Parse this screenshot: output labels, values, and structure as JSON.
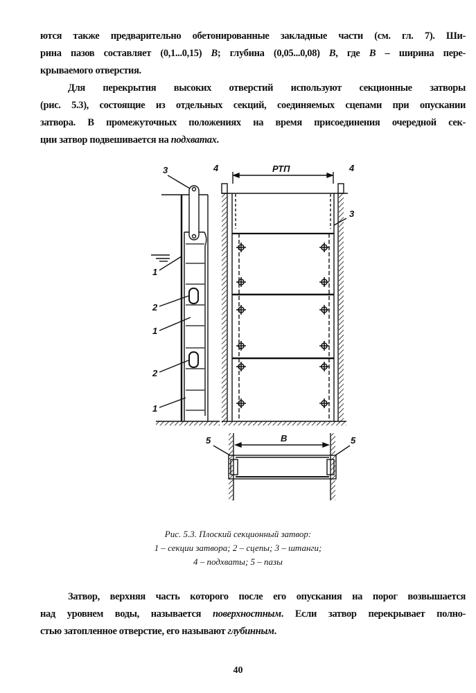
{
  "paragraph1": {
    "lines": [
      "ются также предварительно обетонированные закладные части (см. гл. 7). Ши-",
      "рина пазов составляет (0,1...0,15) ",
      "B",
      "; глубина (0,05...0,08) ",
      "B",
      ", где ",
      "B",
      " – ширина пере-",
      "крываемого отверстия."
    ]
  },
  "paragraph2": {
    "line1": "Для перекрытия высоких отверстий используют секционные затворы",
    "line2": "(рис. 5.3), состоящие из отдельных секций, соединяемых сцепами при опускании",
    "line3": "затвора. В промежуточных положениях на время присоединения очередной сек-",
    "line4_text": "ции затвор подвешивается на ",
    "line4_italic": "подхватах",
    "line4_end": "."
  },
  "figure": {
    "labels": {
      "rod": "3",
      "section_a": "1",
      "coupler_a": "2",
      "section_b": "1",
      "coupler_b": "2",
      "section_c": "1",
      "hook_left": "4",
      "hook_right": "4",
      "rod_right": "3",
      "rtp": "РТП",
      "width": "B",
      "slot_left": "5",
      "slot_right": "5"
    }
  },
  "caption": {
    "line1": "Рис. 5.3. Плоский секционный затвор:",
    "line2": "1 – секции затвора; 2 – сцепы; 3 – штанги;",
    "line3": "4 – подхваты; 5 – пазы"
  },
  "paragraph3": {
    "line1": "Затвор, верхняя часть которого после его опускания на порог возвышается",
    "line2_text": "над уровнем воды, называется ",
    "line2_italic": "поверхностным",
    "line2_end": ". Если затвор перекрывает полно-",
    "line3_text": "стью затопленное отверстие, его называют ",
    "line3_italic": "глубинным",
    "line3_end": "."
  },
  "page_number": "40"
}
